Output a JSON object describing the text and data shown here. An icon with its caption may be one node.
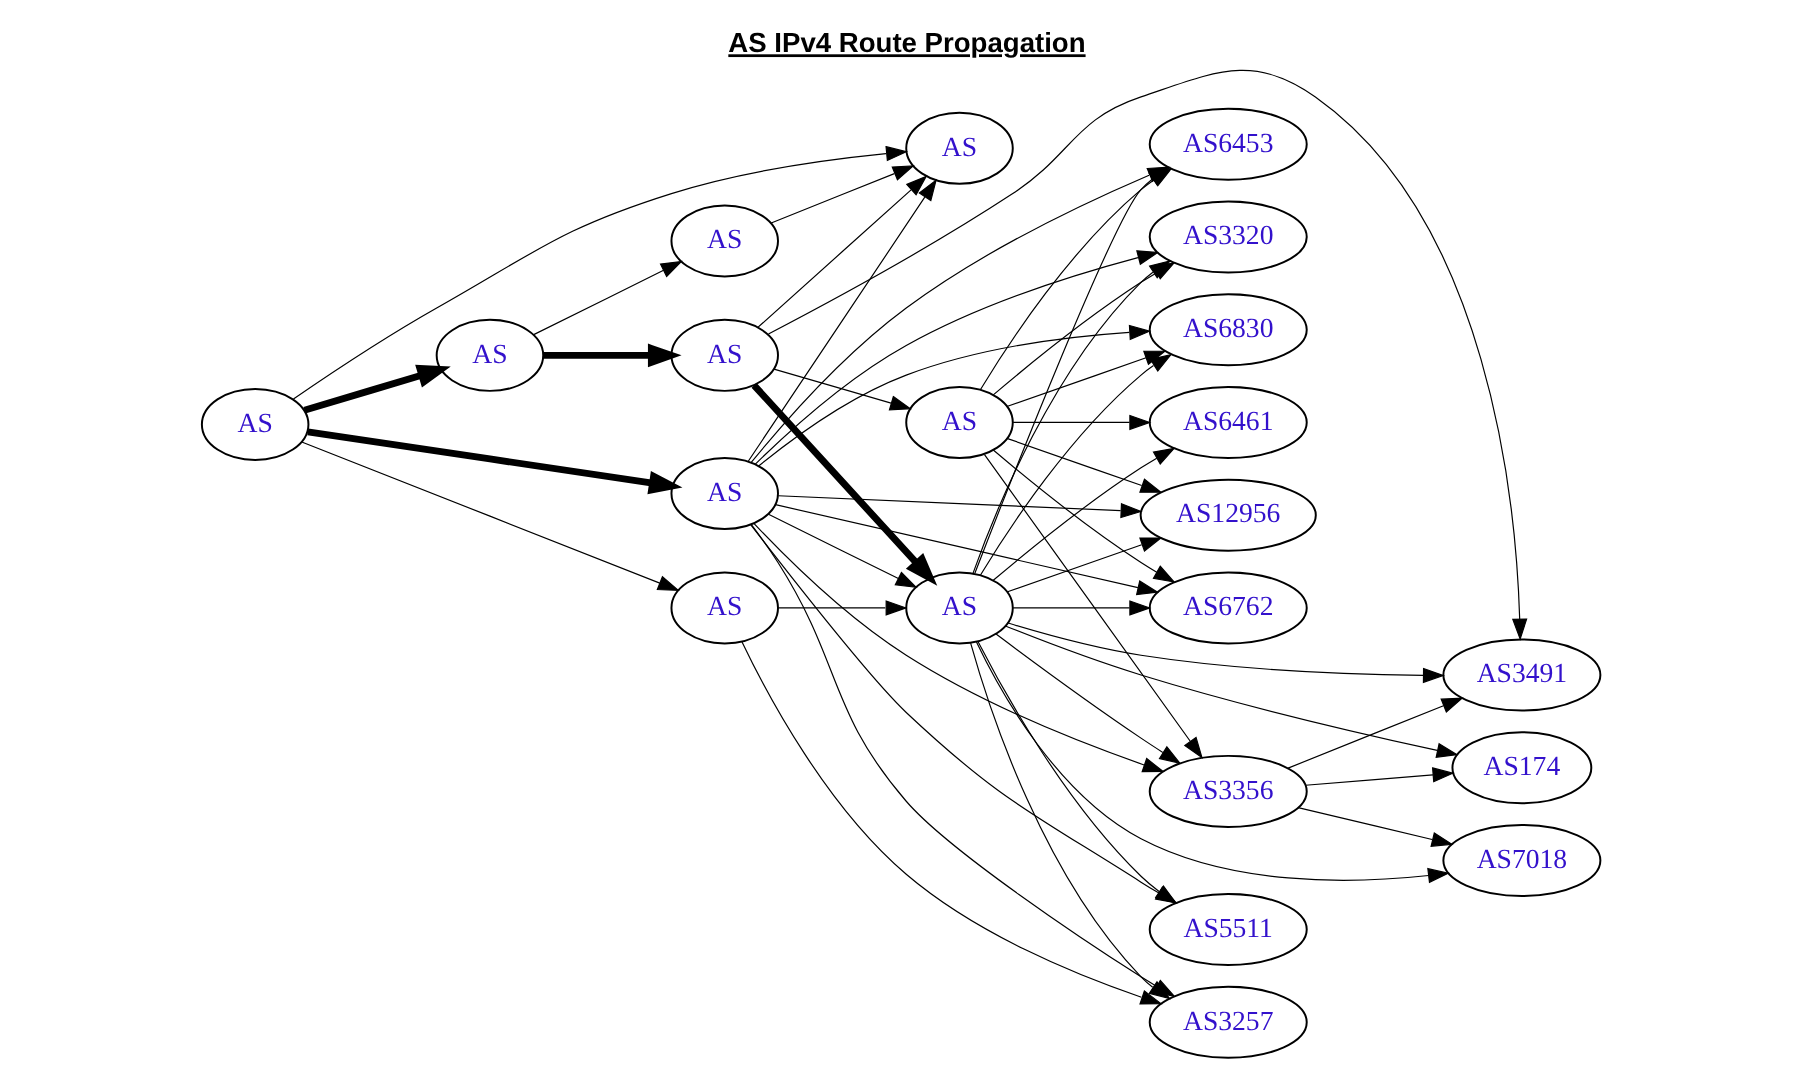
{
  "diagram": {
    "title": "AS IPv4 Route Propagation",
    "nodes": [
      {
        "text": [
          "AS"
        ]
      },
      {
        "text": [
          "AS"
        ]
      },
      {
        "text": [
          "AS"
        ]
      },
      {
        "text": [
          "AS"
        ]
      },
      {
        "text": [
          "AS"
        ]
      },
      {
        "text": [
          "AS"
        ]
      },
      {
        "text": [
          "AS"
        ]
      },
      {
        "text": [
          "AS"
        ]
      },
      {
        "text": [
          "AS"
        ]
      },
      {
        "text": [
          "AS3257"
        ]
      },
      {
        "text": [
          "AS5511"
        ]
      },
      {
        "text": [
          "AS3356"
        ]
      },
      {
        "text": [
          "AS3320"
        ]
      },
      {
        "text": [
          "AS6830"
        ]
      },
      {
        "text": [
          "AS12956"
        ]
      },
      {
        "text": [
          "AS6453"
        ]
      },
      {
        "text": [
          "AS6461"
        ]
      },
      {
        "text": [
          "AS6762"
        ]
      },
      {
        "text": [
          "AS7018"
        ]
      },
      {
        "text": [
          "AS174"
        ]
      },
      {
        "text": [
          "AS3491"
        ]
      }
    ],
    "edges": [
      {
        "from": 0,
        "to": 1,
        "arrow": "to"
      },
      {
        "from": 0,
        "to": 4,
        "arrow": "to",
        "style": "thick"
      },
      {
        "from": 0,
        "to": 2,
        "arrow": "to",
        "style": "thick"
      },
      {
        "from": 0,
        "to": 8,
        "arrow": "to"
      },
      {
        "from": 1,
        "to": 9,
        "arrow": "to"
      },
      {
        "from": 1,
        "to": 6,
        "arrow": "to"
      },
      {
        "from": 2,
        "to": 5,
        "arrow": "to",
        "style": "thick"
      },
      {
        "from": 2,
        "to": 3,
        "arrow": "to"
      },
      {
        "from": 3,
        "to": 8,
        "arrow": "to"
      },
      {
        "from": 4,
        "to": 6,
        "arrow": "to"
      },
      {
        "from": 4,
        "to": 11,
        "arrow": "to"
      },
      {
        "from": 4,
        "to": 9,
        "arrow": "to"
      },
      {
        "from": 4,
        "to": 10,
        "arrow": "to"
      },
      {
        "from": 4,
        "to": 12,
        "arrow": "to"
      },
      {
        "from": 4,
        "to": 13,
        "arrow": "to"
      },
      {
        "from": 4,
        "to": 14,
        "arrow": "to"
      },
      {
        "from": 4,
        "to": 15,
        "arrow": "to"
      },
      {
        "from": 4,
        "to": 17,
        "arrow": "to"
      },
      {
        "from": 4,
        "to": 8,
        "arrow": "to"
      },
      {
        "from": 5,
        "to": 6,
        "arrow": "to",
        "style": "thick"
      },
      {
        "from": 5,
        "to": 7,
        "arrow": "to"
      },
      {
        "from": 5,
        "to": 8,
        "arrow": "to"
      },
      {
        "from": 5,
        "to": 20,
        "arrow": "to"
      },
      {
        "from": 6,
        "to": 9,
        "arrow": "to"
      },
      {
        "from": 6,
        "to": 10,
        "arrow": "to"
      },
      {
        "from": 6,
        "to": 11,
        "arrow": "to"
      },
      {
        "from": 6,
        "to": 18,
        "arrow": "to"
      },
      {
        "from": 6,
        "to": 19,
        "arrow": "to"
      },
      {
        "from": 6,
        "to": 20,
        "arrow": "to"
      },
      {
        "from": 6,
        "to": 12,
        "arrow": "to"
      },
      {
        "from": 6,
        "to": 13,
        "arrow": "to"
      },
      {
        "from": 6,
        "to": 14,
        "arrow": "to"
      },
      {
        "from": 6,
        "to": 15,
        "arrow": "to"
      },
      {
        "from": 6,
        "to": 16,
        "arrow": "to"
      },
      {
        "from": 6,
        "to": 17,
        "arrow": "to"
      },
      {
        "from": 7,
        "to": 11,
        "arrow": "to"
      },
      {
        "from": 7,
        "to": 12,
        "arrow": "to"
      },
      {
        "from": 7,
        "to": 13,
        "arrow": "to"
      },
      {
        "from": 7,
        "to": 14,
        "arrow": "to"
      },
      {
        "from": 7,
        "to": 15,
        "arrow": "to"
      },
      {
        "from": 7,
        "to": 16,
        "arrow": "to"
      },
      {
        "from": 7,
        "to": 17,
        "arrow": "to"
      },
      {
        "from": 11,
        "to": 18,
        "arrow": "to"
      },
      {
        "from": 11,
        "to": 19,
        "arrow": "to"
      },
      {
        "from": 11,
        "to": 20,
        "arrow": "to"
      }
    ]
  }
}
